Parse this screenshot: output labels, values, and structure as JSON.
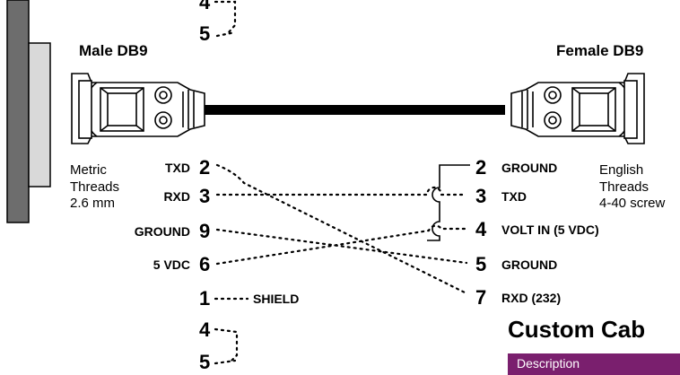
{
  "connectors": {
    "left": {
      "title": "Male DB9",
      "threads": [
        "Metric",
        "Threads",
        "2.6 mm"
      ]
    },
    "right": {
      "title": "Female DB9",
      "threads": [
        "English",
        "Threads",
        "4-40 screw"
      ]
    }
  },
  "left_pins": [
    {
      "signal": "TXD",
      "pin": "2"
    },
    {
      "signal": "RXD",
      "pin": "3"
    },
    {
      "signal": "GROUND",
      "pin": "9"
    },
    {
      "signal": "5 VDC",
      "pin": "6"
    }
  ],
  "shield": {
    "pin": "1",
    "label": "SHIELD"
  },
  "extra_pins": [
    "4",
    "5"
  ],
  "right_pins": [
    {
      "pin": "2",
      "signal": "GROUND"
    },
    {
      "pin": "3",
      "signal": "TXD"
    },
    {
      "pin": "4",
      "signal": "VOLT IN (5 VDC)"
    },
    {
      "pin": "5",
      "signal": "GROUND"
    },
    {
      "pin": "7",
      "signal": "RXD (232)"
    }
  ],
  "section": {
    "title": "Custom Cab"
  },
  "table": {
    "header": "Description",
    "header_color": "#7a1f6e"
  },
  "colors": {
    "panel": "#6d6d6d",
    "panel_face": "#d9d9d9",
    "cable": "#000000"
  }
}
